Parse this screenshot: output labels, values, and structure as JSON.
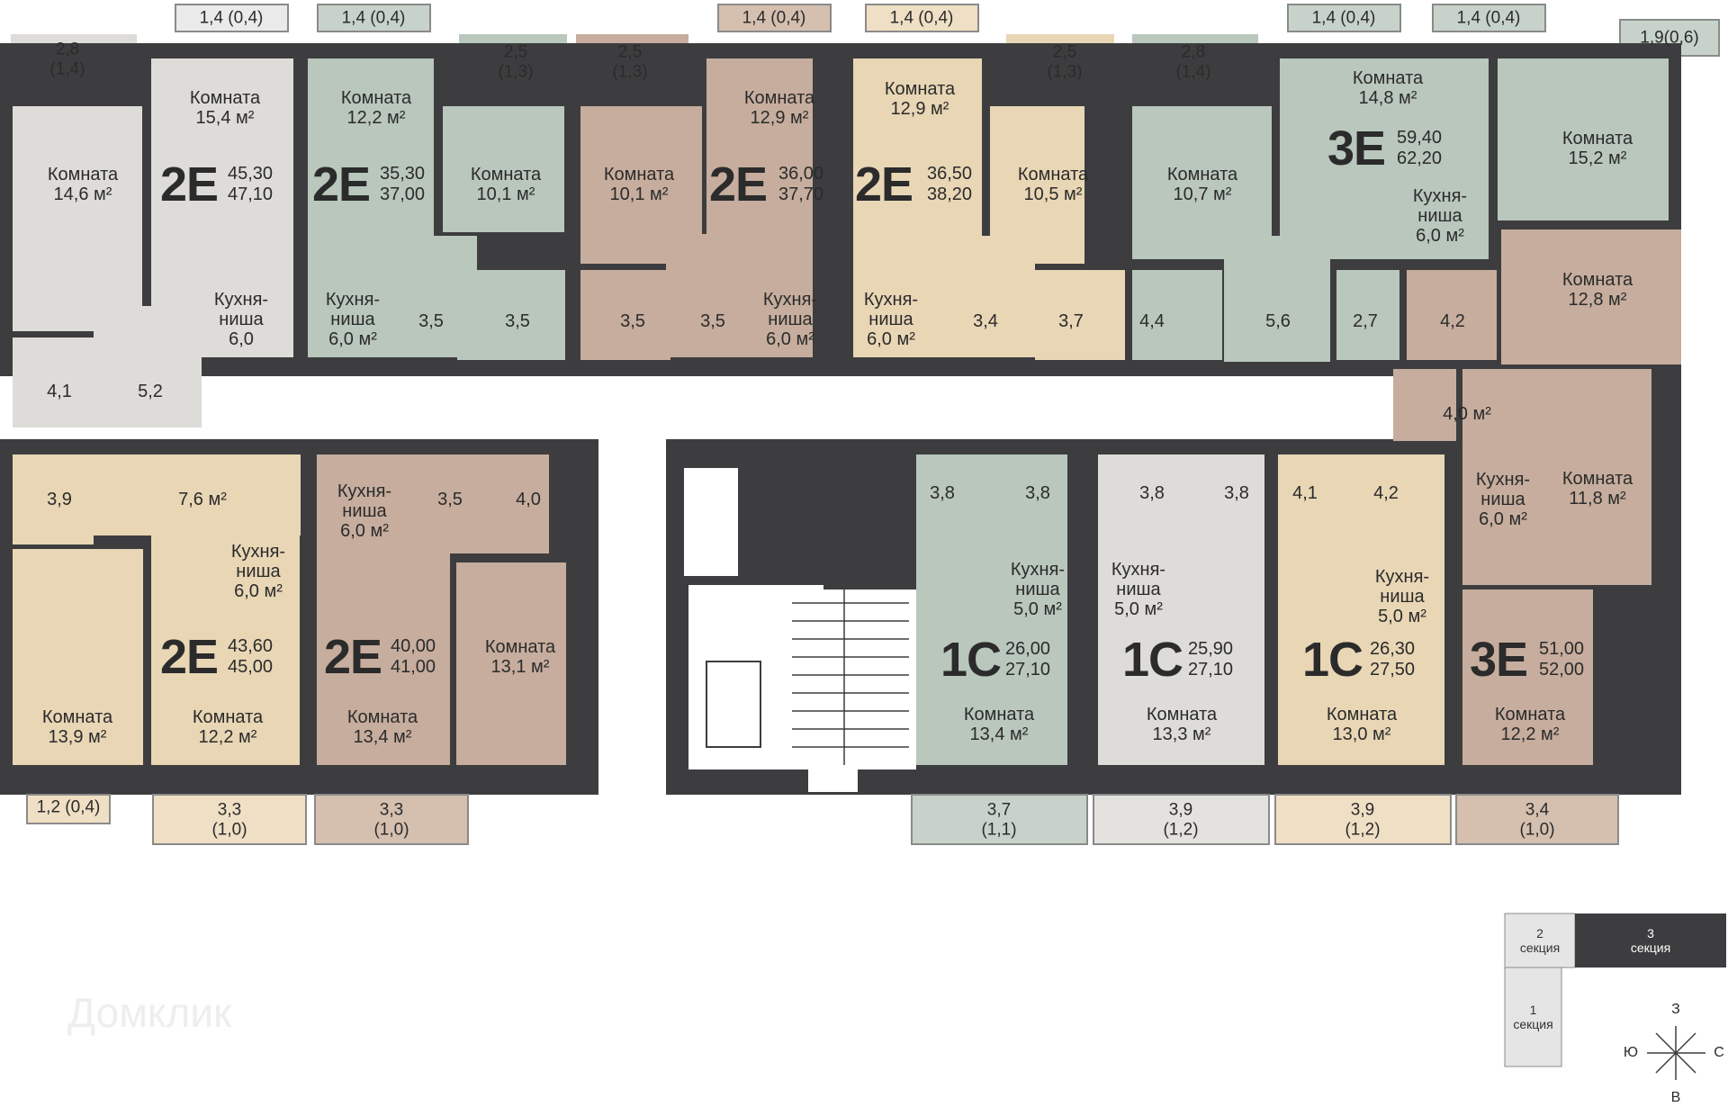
{
  "colors": {
    "wall": "#3d3d3f",
    "green": "#b9c7bc",
    "beige": "#e8d6b5",
    "brown": "#c6ad9d",
    "light": "#dedcd8",
    "white": "#ffffff"
  },
  "balconies_top": [
    "1,4 (0,4)",
    "1,4 (0,4)",
    "1,4 (0,4)",
    "1,4 (0,4)",
    "1,4 (0,4)",
    "1,4 (0,4)"
  ],
  "top_outside": {
    "b1": [
      "2,8",
      "(1,4)"
    ],
    "b2": [
      "2,5",
      "(1,3)"
    ],
    "b3": [
      "2,5",
      "(1,3)"
    ],
    "b4": [
      "2,5",
      "(1,3)"
    ],
    "b5": [
      "2,8",
      "(1,4)"
    ],
    "b6": "1,9(0,6)"
  },
  "apartments": [
    {
      "code": "2E",
      "area": "45,30",
      "total": "47,10"
    },
    {
      "code": "2E",
      "area": "35,30",
      "total": "37,00"
    },
    {
      "code": "2E",
      "area": "36,00",
      "total": "37,70"
    },
    {
      "code": "2E",
      "area": "36,50",
      "total": "38,20"
    },
    {
      "code": "3E",
      "area": "59,40",
      "total": "62,20"
    },
    {
      "code": "2E",
      "area": "43,60",
      "total": "45,00"
    },
    {
      "code": "2E",
      "area": "40,00",
      "total": "41,00"
    },
    {
      "code": "1C",
      "area": "26,00",
      "total": "27,10"
    },
    {
      "code": "1C",
      "area": "25,90",
      "total": "27,10"
    },
    {
      "code": "1C",
      "area": "26,30",
      "total": "27,50"
    },
    {
      "code": "3E",
      "area": "51,00",
      "total": "52,00"
    }
  ],
  "rooms": {
    "r1": [
      "Комната",
      "14,6 м²"
    ],
    "r2": [
      "Комната",
      "15,4 м²"
    ],
    "r3": [
      "Комната",
      "12,2 м²"
    ],
    "r4": [
      "Комната",
      "10,1 м²"
    ],
    "r5": [
      "Комната",
      "10,1 м²"
    ],
    "r6": [
      "Комната",
      "12,9 м²"
    ],
    "r7": [
      "Комната",
      "12,9 м²"
    ],
    "r8": [
      "Комната",
      "10,5 м²"
    ],
    "r9": [
      "Комната",
      "10,7 м²"
    ],
    "r10": [
      "Комната",
      "14,8 м²"
    ],
    "r11": [
      "Комната",
      "15,2 м²"
    ],
    "r12": [
      "Комната",
      "12,8 м²"
    ],
    "r13": [
      "Комната",
      "11,8 м²"
    ],
    "r14": [
      "Комната",
      "13,9 м²"
    ],
    "r15": [
      "Комната",
      "12,2 м²"
    ],
    "r16": [
      "Комната",
      "13,4 м²"
    ],
    "r17": [
      "Комната",
      "13,1 м²"
    ],
    "r18": [
      "Комната",
      "13,4 м²"
    ],
    "r19": [
      "Комната",
      "13,3 м²"
    ],
    "r20": [
      "Комната",
      "13,0 м²"
    ],
    "r21": [
      "Комната",
      "12,2 м²"
    ]
  },
  "kitchens": {
    "k1": [
      "Кухня-",
      "ниша",
      "6,0"
    ],
    "k2": [
      "Кухня-",
      "ниша",
      "6,0 м²"
    ],
    "k3": [
      "Кухня-",
      "ниша",
      "6,0 м²"
    ],
    "k4": [
      "Кухня-",
      "ниша",
      "6,0 м²"
    ],
    "k5": [
      "Кухня-",
      "ниша",
      "6,0 м²"
    ],
    "k6": [
      "Кухня-",
      "ниша",
      "6,0 м²"
    ],
    "k7": [
      "Кухня-",
      "ниша",
      "6,0 м²"
    ],
    "k8": [
      "Кухня-",
      "ниша",
      "6,0 м²"
    ],
    "k9": [
      "Кухня-",
      "ниша",
      "5,0 м²"
    ],
    "k10": [
      "Кухня-",
      "ниша",
      "5,0 м²"
    ],
    "k11": [
      "Кухня-",
      "ниша",
      "5,0 м²"
    ]
  },
  "small": {
    "s1": "4,1",
    "s2": "5,2",
    "s3": "3,5",
    "s4": "3,5",
    "s5": "3,5",
    "s6": "3,5",
    "s7": "3,4",
    "s8": "3,7",
    "s9": "4,4",
    "s10": "5,6",
    "s11": "2,7",
    "s12": "4,2",
    "s13": "4,0 м²",
    "s14": "3,9",
    "s15": "7,6 м²",
    "s16": "3,5",
    "s17": "4,0",
    "s18": "3,8",
    "s19": "3,8",
    "s20": "3,8",
    "s21": "3,8",
    "s22": "4,1",
    "s23": "4,2"
  },
  "bottom_balconies": {
    "bb0": "1,2 (0,4)",
    "bb1": [
      "3,3",
      "(1,0)"
    ],
    "bb2": [
      "3,3",
      "(1,0)"
    ],
    "bb3": [
      "3,7",
      "(1,1)"
    ],
    "bb4": [
      "3,9",
      "(1,2)"
    ],
    "bb5": [
      "3,9",
      "(1,2)"
    ],
    "bb6": [
      "3,4",
      "(1,0)"
    ]
  },
  "legend": {
    "sec2": [
      "2",
      "секция"
    ],
    "sec3": [
      "3",
      "секция"
    ],
    "sec1": [
      "1",
      "секция"
    ]
  },
  "compass": {
    "n": "З",
    "s": "В",
    "w": "Ю",
    "e": "С"
  },
  "watermark": "Домклик"
}
